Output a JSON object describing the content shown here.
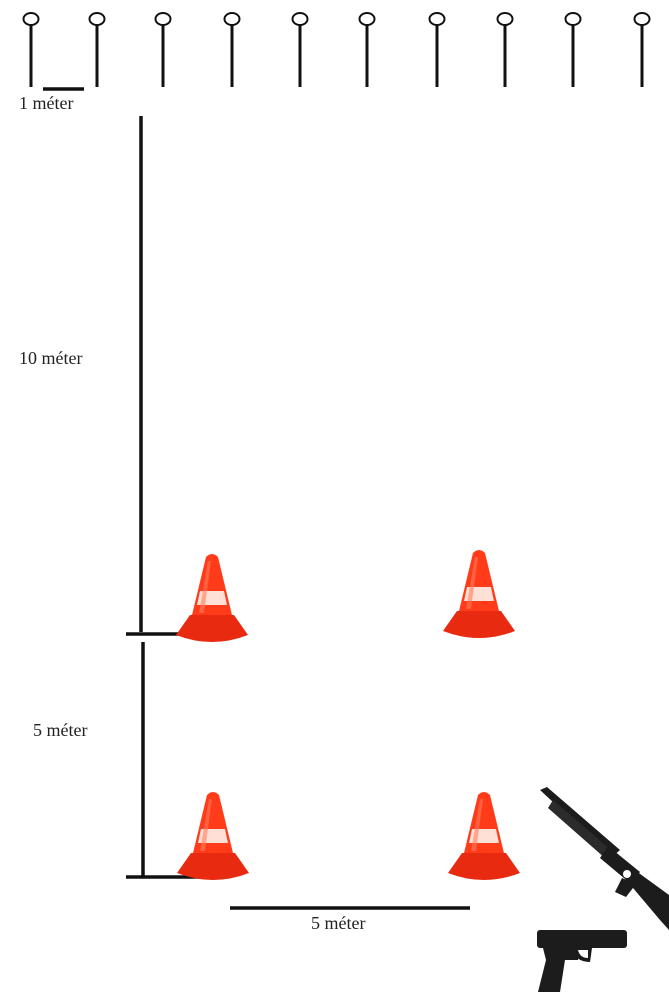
{
  "diagram": {
    "labels": {
      "one_meter": "1 méter",
      "ten_meter": "10 méter",
      "five_meter_vertical": "5 méter",
      "five_meter_horizontal": "5 méter"
    },
    "targets": {
      "count": 10,
      "icon": "target-stand-icon"
    },
    "cones": {
      "count": 4,
      "icon": "traffic-cone-icon"
    },
    "weapons": [
      "shotgun-icon",
      "pistol-icon"
    ],
    "colors": {
      "line": "#111111",
      "cone_orange": "#ff3b1a",
      "cone_dark": "#e82a10",
      "cone_stripe": "#ffe4dc",
      "weapon": "#1c1c1c"
    }
  }
}
